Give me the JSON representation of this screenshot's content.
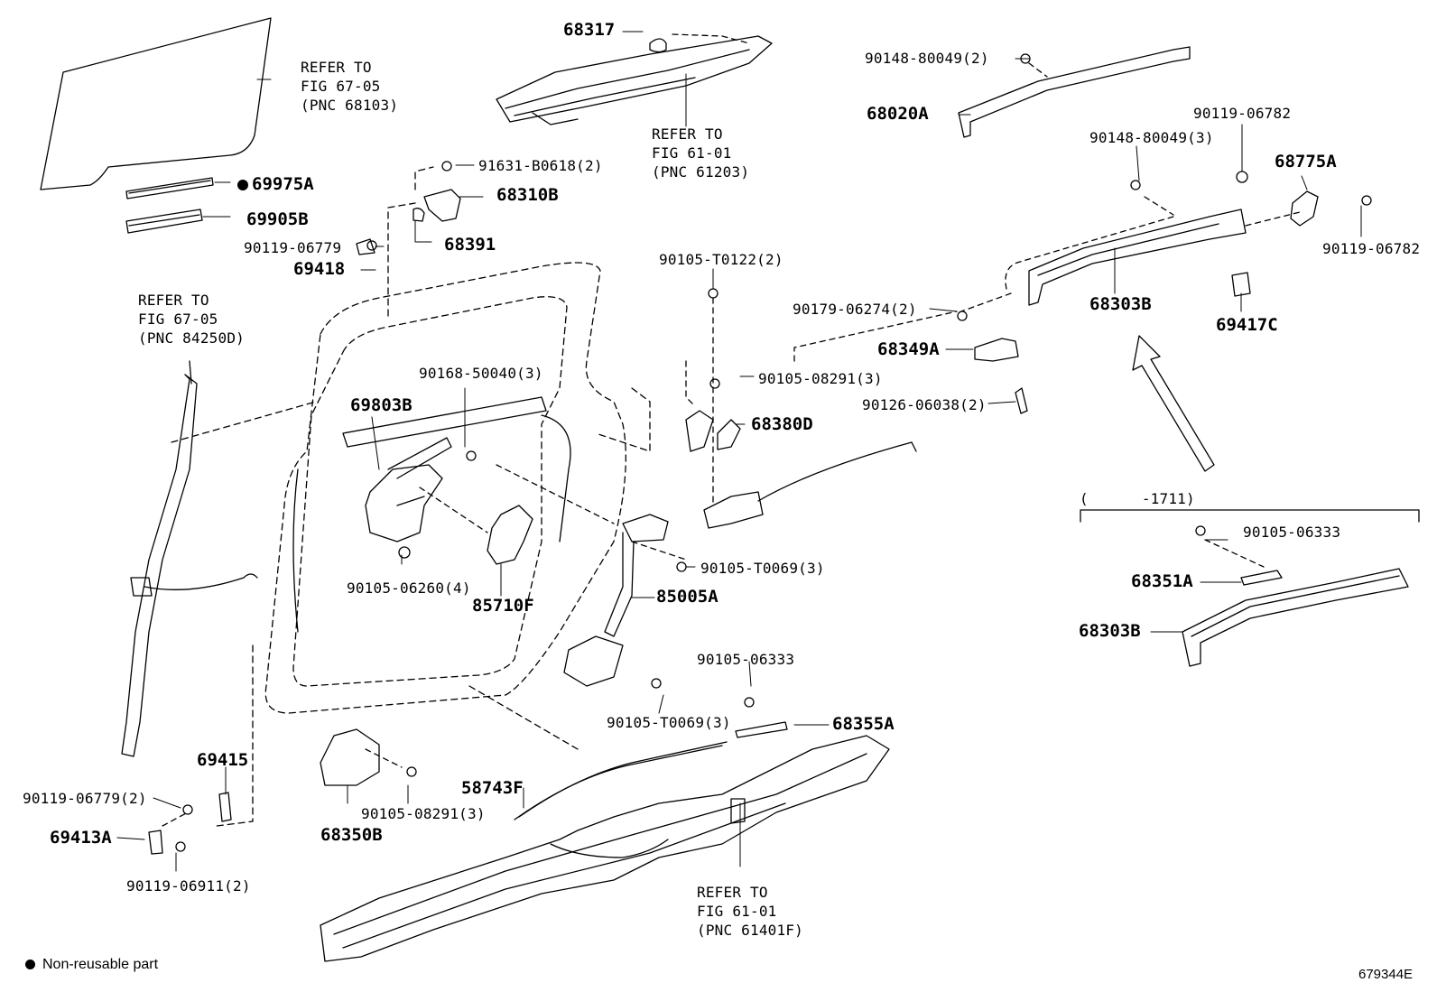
{
  "refs": {
    "fig_67_05_glass": "REFER TO\nFIG 67-05\n(PNC 68103)",
    "fig_61_01_roof": "REFER TO\nFIG 61-01\n(PNC 61203)",
    "fig_67_05_channel": "REFER TO\nFIG 67-05\n(PNC 84250D)",
    "fig_61_01_floor": "REFER TO\nFIG 61-01\n(PNC 61401F)"
  },
  "parts": {
    "p68317": "68317",
    "p90148_top": "90148-80049(2)",
    "p68020A": "68020A",
    "p69975A": "69975A",
    "p69905B": "69905B",
    "p91631": "91631-B0618(2)",
    "p68310B": "68310B",
    "p90119_06779": "90119-06779",
    "p68391": "68391",
    "p69418": "69418",
    "p90119_06782_top": "90119-06782",
    "p90148_mid": "90148-80049(3)",
    "p68775A": "68775A",
    "p90119_06782_right": "90119-06782",
    "p90105_T0122": "90105-T0122(2)",
    "p90179": "90179-06274(2)",
    "p68303B_top": "68303B",
    "p69417C": "69417C",
    "p68349A": "68349A",
    "p90105_08291_3a": "90105-08291(3)",
    "p90126": "90126-06038(2)",
    "p90168": "90168-50040(3)",
    "p69803B": "69803B",
    "p68380D": "68380D",
    "p90105_06260": "90105-06260(4)",
    "p85710F": "85710F",
    "p90105_T0069_a": "90105-T0069(3)",
    "p85005A": "85005A",
    "p90105_06333_a": "90105-06333",
    "p90105_T0069_b": "90105-T0069(3)",
    "p68355A": "68355A",
    "p69415": "69415",
    "p90119_06779_2": "90119-06779(2)",
    "p69413A": "69413A",
    "p90119_06911": "90119-06911(2)",
    "p68350B": "68350B",
    "p90105_08291_3b": "90105-08291(3)",
    "p58743F": "58743F",
    "p1711": "(      -1711)",
    "p90105_06333_b": "90105-06333",
    "p68351A": "68351A",
    "p68303B_bottom": "68303B"
  },
  "legend": {
    "text": "Non-reusable part"
  },
  "figure_id": "679344E"
}
